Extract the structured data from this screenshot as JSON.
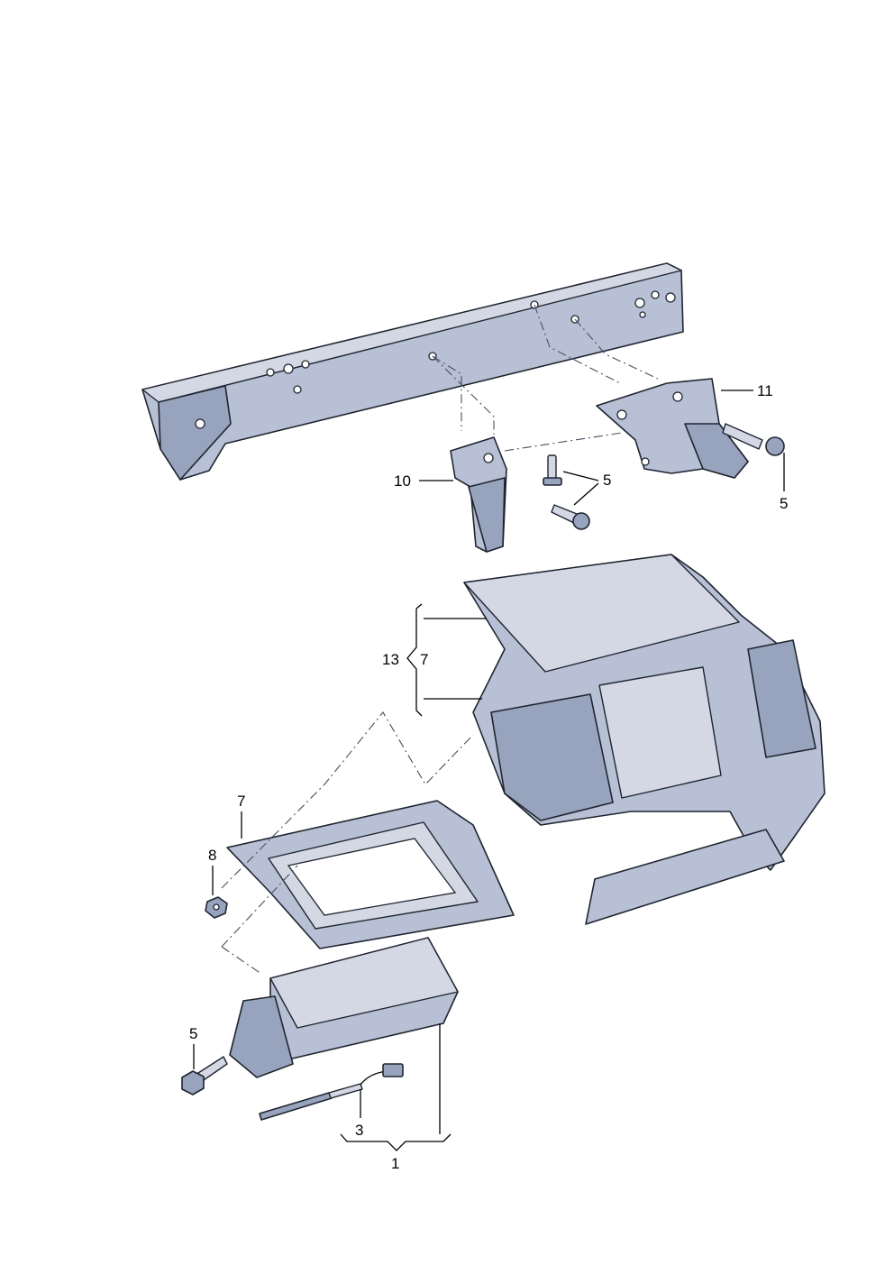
{
  "labels": {
    "l10": "10",
    "l11": "11",
    "l5a": "5",
    "l5b": "5",
    "l5c": "5",
    "l13": "13",
    "l7a": "7",
    "l7b": "7",
    "l8": "8",
    "l3": "3",
    "l1": "1"
  },
  "colors": {
    "part_fill": "#b7c0d4",
    "outline": "#1f2530"
  }
}
